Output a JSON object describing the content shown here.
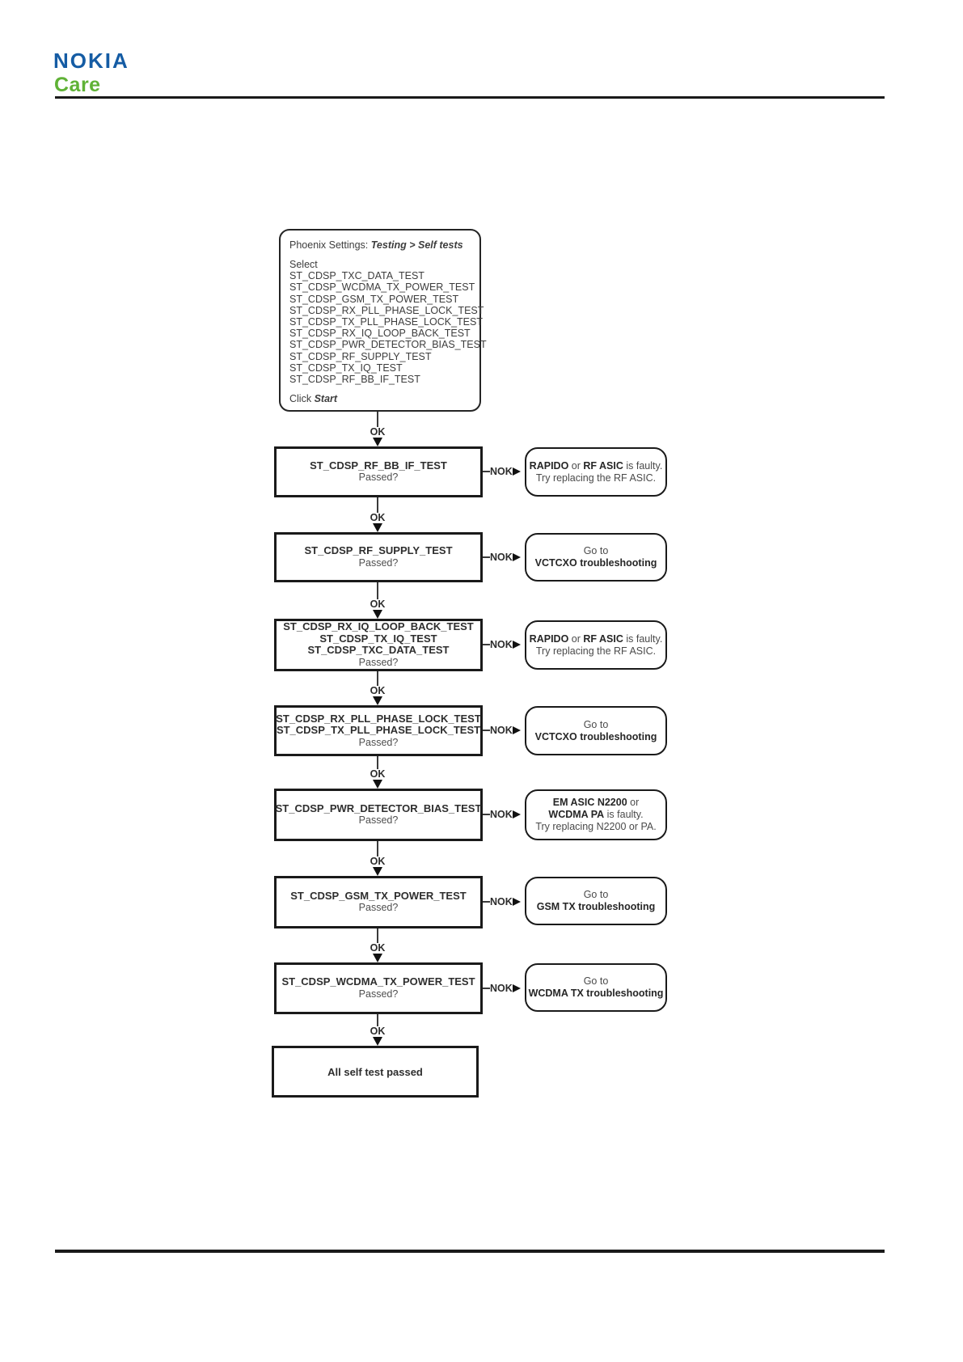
{
  "header": {
    "brand_line1": "NOKIA",
    "brand_line2": "Care"
  },
  "colors": {
    "nokia_blue": "#155ca4",
    "care_green": "#5fb236",
    "line_black": "#1a1a1a"
  },
  "flow": {
    "start_box": {
      "title_prefix": "Phoenix Settings: ",
      "title_bold": "Testing > Self tests",
      "select_label": "Select",
      "tests": [
        "ST_CDSP_TXC_DATA_TEST",
        "ST_CDSP_WCDMA_TX_POWER_TEST",
        "ST_CDSP_GSM_TX_POWER_TEST",
        "ST_CDSP_RX_PLL_PHASE_LOCK_TEST",
        "ST_CDSP_TX_PLL_PHASE_LOCK_TEST",
        "ST_CDSP_RX_IQ_LOOP_BACK_TEST",
        "ST_CDSP_PWR_DETECTOR_BIAS_TEST",
        "ST_CDSP_RF_SUPPLY_TEST",
        "ST_CDSP_TX_IQ_TEST",
        "ST_CDSP_RF_BB_IF_TEST"
      ],
      "click_prefix": "Click ",
      "click_bold": "Start"
    },
    "ok_label": "OK",
    "nok_label": "NOK",
    "steps": [
      {
        "lines": [
          "ST_CDSP_RF_BB_IF_TEST"
        ],
        "question": "Passed?",
        "nok_lines": [
          [
            {
              "t": "RAPIDO",
              "b": true
            },
            {
              "t": " or ",
              "b": false
            },
            {
              "t": "RF ASIC",
              "b": true
            },
            {
              "t": " is faulty.",
              "b": false
            }
          ],
          [
            {
              "t": "Try replacing the RF ASIC.",
              "b": false
            }
          ]
        ]
      },
      {
        "lines": [
          "ST_CDSP_RF_SUPPLY_TEST"
        ],
        "question": "Passed?",
        "nok_lines": [
          [
            {
              "t": "Go to",
              "b": false
            }
          ],
          [
            {
              "t": "VCTCXO troubleshooting",
              "b": true
            }
          ]
        ]
      },
      {
        "lines": [
          "ST_CDSP_RX_IQ_LOOP_BACK_TEST",
          "ST_CDSP_TX_IQ_TEST",
          "ST_CDSP_TXC_DATA_TEST"
        ],
        "question": "Passed?",
        "nok_lines": [
          [
            {
              "t": "RAPIDO",
              "b": true
            },
            {
              "t": " or ",
              "b": false
            },
            {
              "t": "RF ASIC",
              "b": true
            },
            {
              "t": " is faulty.",
              "b": false
            }
          ],
          [
            {
              "t": "Try replacing the RF ASIC.",
              "b": false
            }
          ]
        ]
      },
      {
        "lines": [
          "ST_CDSP_RX_PLL_PHASE_LOCK_TEST",
          "ST_CDSP_TX_PLL_PHASE_LOCK_TEST"
        ],
        "question": "Passed?",
        "nok_lines": [
          [
            {
              "t": "Go to",
              "b": false
            }
          ],
          [
            {
              "t": "VCTCXO troubleshooting",
              "b": true
            }
          ]
        ]
      },
      {
        "lines": [
          "ST_CDSP_PWR_DETECTOR_BIAS_TEST"
        ],
        "question": "Passed?",
        "nok_lines": [
          [
            {
              "t": "EM ASIC N2200",
              "b": true
            },
            {
              "t": " or",
              "b": false
            }
          ],
          [
            {
              "t": "WCDMA PA",
              "b": true
            },
            {
              "t": " is faulty.",
              "b": false
            }
          ],
          [
            {
              "t": "Try replacing N2200 or PA.",
              "b": false
            }
          ]
        ]
      },
      {
        "lines": [
          "ST_CDSP_GSM_TX_POWER_TEST"
        ],
        "question": "Passed?",
        "nok_lines": [
          [
            {
              "t": "Go to",
              "b": false
            }
          ],
          [
            {
              "t": "GSM TX troubleshooting",
              "b": true
            }
          ]
        ]
      },
      {
        "lines": [
          "ST_CDSP_WCDMA_TX_POWER_TEST"
        ],
        "question": "Passed?",
        "nok_lines": [
          [
            {
              "t": "Go to",
              "b": false
            }
          ],
          [
            {
              "t": "WCDMA TX troubleshooting",
              "b": true
            }
          ]
        ]
      }
    ],
    "end_box": {
      "label": "All self test passed"
    }
  }
}
